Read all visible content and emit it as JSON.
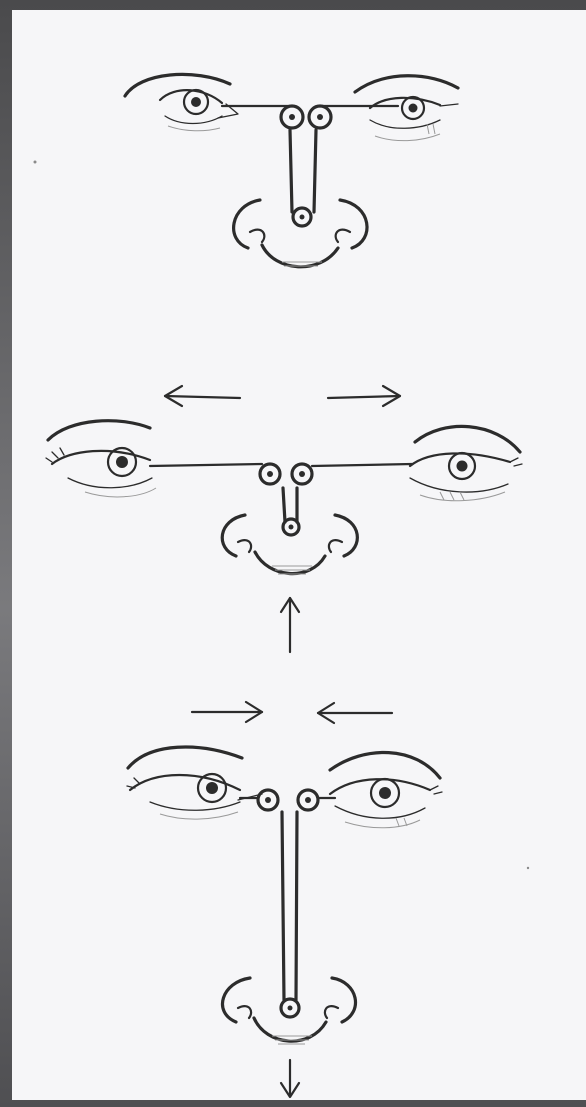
{
  "image": {
    "description_free": true,
    "colors": {
      "frame": "#5b5b5d",
      "paper": "#f6f6f8",
      "ink": "#2c2c2c",
      "shading": "#9a9a9a"
    }
  },
  "panels": [
    {
      "id": "neutral",
      "arrows": []
    },
    {
      "id": "wide",
      "arrows": [
        "arrow-left",
        "arrow-right",
        "arrow-up"
      ]
    },
    {
      "id": "narrow",
      "arrows": [
        "arrow-right",
        "arrow-left",
        "arrow-down"
      ]
    }
  ]
}
